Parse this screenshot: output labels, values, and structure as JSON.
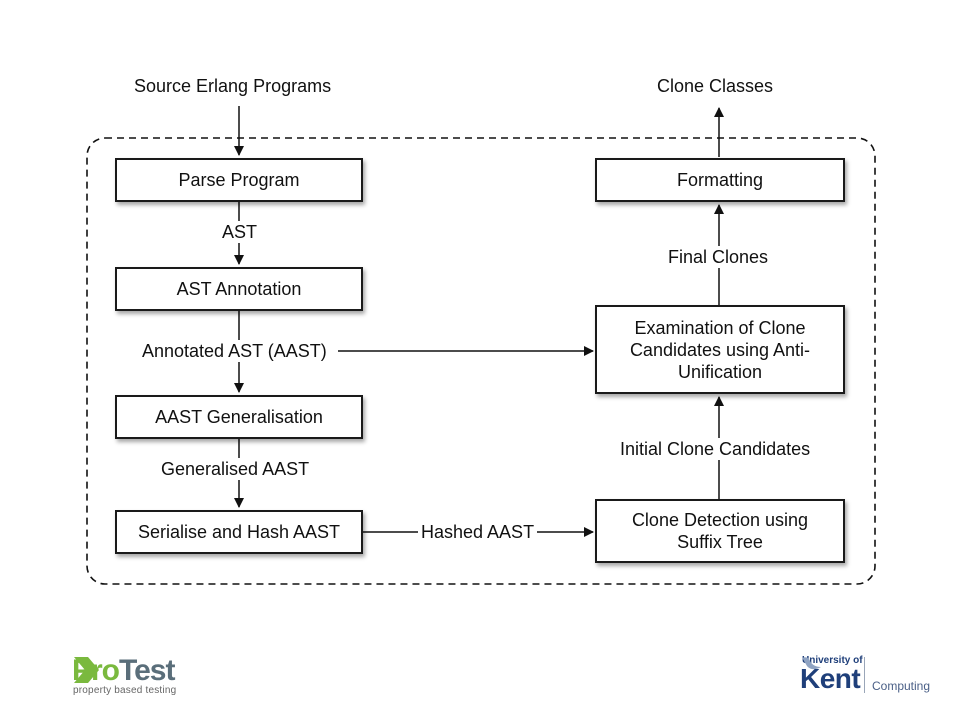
{
  "diagram": {
    "inputs": {
      "source": "Source Erlang Programs",
      "output": "Clone Classes"
    },
    "boxes": {
      "parse": "Parse Program",
      "annotation": "AST Annotation",
      "generalisation": "AAST Generalisation",
      "serialise": "Serialise and Hash AAST",
      "formatting": "Formatting",
      "examination": "Examination of Clone Candidates using Anti-Unification",
      "detection": "Clone Detection using Suffix Tree"
    },
    "edge_labels": {
      "ast": "AST",
      "annotated_aast": "Annotated AST (AAST)",
      "generalised_aast": "Generalised AAST",
      "hashed_aast": "Hashed AAST",
      "initial_candidates": "Initial Clone Candidates",
      "final_clones": "Final Clones"
    }
  },
  "logos": {
    "protest": {
      "name_part1": "Pro",
      "name_part2": "Test",
      "tagline": "property based testing",
      "colors": {
        "green": "#7ab93e",
        "gray": "#5a6e7a"
      }
    },
    "kent": {
      "university": "University of",
      "name": "Kent",
      "department": "Computing",
      "color": "#1f3f7a"
    }
  }
}
